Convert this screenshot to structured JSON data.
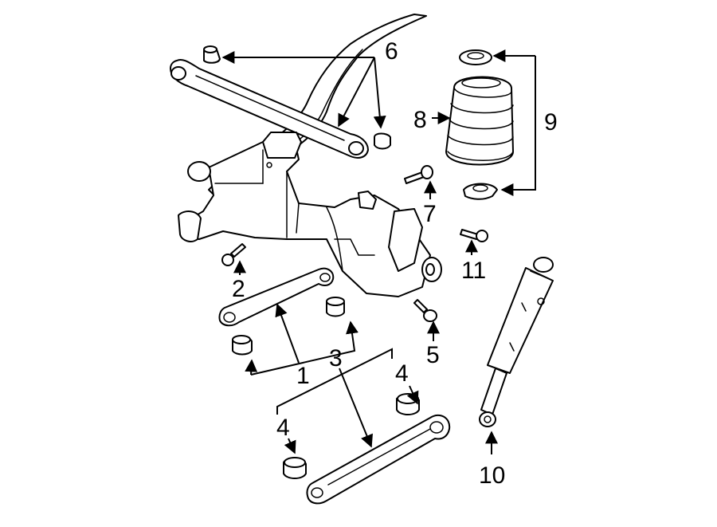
{
  "diagram": {
    "background_color": "#ffffff",
    "line_color": "#000000",
    "callouts": {
      "c1": "1",
      "c2": "2",
      "c3": "3",
      "c4a": "4",
      "c4b": "4",
      "c5": "5",
      "c6": "6",
      "c7": "7",
      "c8": "8",
      "c9": "9",
      "c10": "10",
      "c11": "11"
    }
  }
}
